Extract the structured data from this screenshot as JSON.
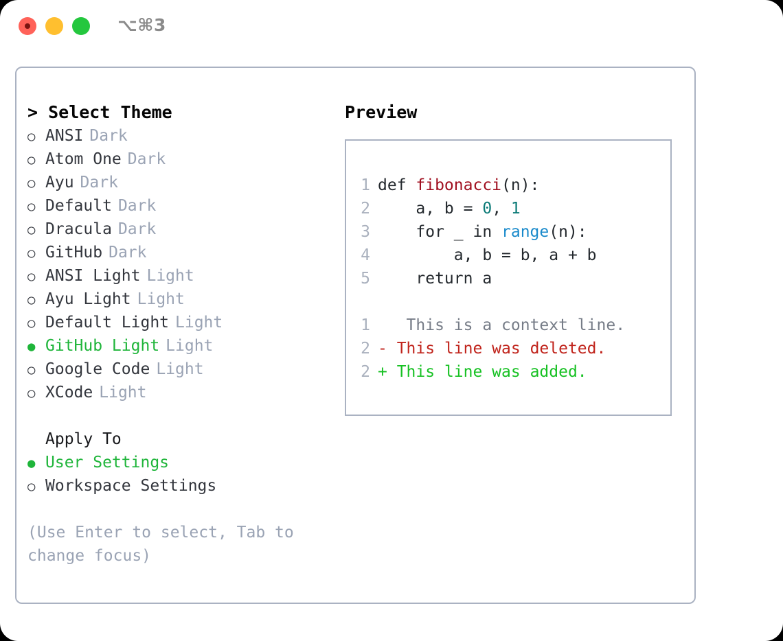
{
  "titlebar": {
    "traffic_lights": [
      {
        "name": "close",
        "color": "#ff6259"
      },
      {
        "name": "minimize",
        "color": "#ffbf2f"
      },
      {
        "name": "maximize",
        "color": "#24c73e"
      }
    ],
    "shortcut": "⌥⌘3"
  },
  "left": {
    "heading": "> Select Theme",
    "markers": {
      "selected": "●",
      "unselected": "○"
    },
    "themes": [
      {
        "label": "ANSI",
        "tag": "Dark",
        "selected": false
      },
      {
        "label": "Atom One",
        "tag": "Dark",
        "selected": false
      },
      {
        "label": "Ayu",
        "tag": "Dark",
        "selected": false
      },
      {
        "label": "Default",
        "tag": "Dark",
        "selected": false
      },
      {
        "label": "Dracula",
        "tag": "Dark",
        "selected": false
      },
      {
        "label": "GitHub",
        "tag": "Dark",
        "selected": false
      },
      {
        "label": "ANSI Light",
        "tag": "Light",
        "selected": false
      },
      {
        "label": "Ayu Light",
        "tag": "Light",
        "selected": false
      },
      {
        "label": "Default Light",
        "tag": "Light",
        "selected": false
      },
      {
        "label": "GitHub Light",
        "tag": "Light",
        "selected": true
      },
      {
        "label": "Google Code",
        "tag": "Light",
        "selected": false
      },
      {
        "label": "XCode",
        "tag": "Light",
        "selected": false
      }
    ],
    "apply_to": {
      "title": "Apply To",
      "options": [
        {
          "label": "User Settings",
          "selected": true
        },
        {
          "label": "Workspace Settings",
          "selected": false
        }
      ]
    },
    "hint": "(Use Enter to select, Tab to change focus)"
  },
  "right": {
    "heading": "Preview",
    "code_lines": [
      {
        "num": "1",
        "tokens": [
          {
            "text": "def ",
            "type": "plain"
          },
          {
            "text": "fibonacci",
            "type": "fn"
          },
          {
            "text": "(n):",
            "type": "plain"
          }
        ]
      },
      {
        "num": "2",
        "tokens": [
          {
            "text": "    a, b = ",
            "type": "plain"
          },
          {
            "text": "0",
            "type": "num"
          },
          {
            "text": ", ",
            "type": "plain"
          },
          {
            "text": "1",
            "type": "num"
          }
        ]
      },
      {
        "num": "3",
        "tokens": [
          {
            "text": "    for _ in ",
            "type": "plain"
          },
          {
            "text": "range",
            "type": "call"
          },
          {
            "text": "(n):",
            "type": "plain"
          }
        ]
      },
      {
        "num": "4",
        "tokens": [
          {
            "text": "        a, b = b, a + b",
            "type": "plain"
          }
        ]
      },
      {
        "num": "5",
        "tokens": [
          {
            "text": "    return a",
            "type": "plain"
          }
        ]
      }
    ],
    "diff_lines": [
      {
        "num": "1",
        "marker": " ",
        "text": "  This is a context line.",
        "type": "ctx"
      },
      {
        "num": "2",
        "marker": "-",
        "text": " This line was deleted.",
        "type": "del"
      },
      {
        "num": "2",
        "marker": "+",
        "text": " This line was added.",
        "type": "add"
      }
    ]
  },
  "colors": {
    "accent_green": "#1fb53a",
    "border": "#aab2c2",
    "muted": "#9aa3b4",
    "text": "#33363d",
    "diff_delete": "#c0231b",
    "diff_add": "#17c123",
    "syntax_function": "#a01020",
    "syntax_number": "#0b7a77",
    "syntax_call": "#1a8acb"
  }
}
